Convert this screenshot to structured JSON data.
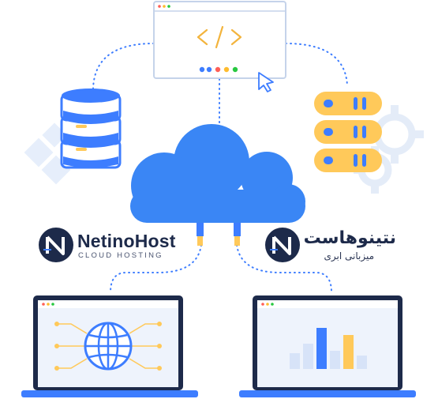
{
  "brand_en": {
    "name_part1": "Netino",
    "name_part2": "Host",
    "tagline": "CLOUD HOSTING"
  },
  "brand_fa": {
    "name": "نتینوهاست",
    "tagline": "میزبانی ابری"
  },
  "code_window": {
    "code_glyph": "</>"
  },
  "colors": {
    "primary_blue": "#3d7dff",
    "cloud_blue": "#3a86f5",
    "dark_navy": "#1d2a4a",
    "accent_yellow": "#ffc95a",
    "dot_red": "#ff5f57",
    "dot_yellow": "#febc2e",
    "dot_green": "#28c840",
    "light_bg": "#eef3fc"
  },
  "icons": [
    "code-icon",
    "cursor-icon",
    "database-icon",
    "server-icon",
    "gear-icon",
    "cloud-icon",
    "globe-icon",
    "bar-chart-icon",
    "laptop-icon",
    "browser-window-icon"
  ],
  "chart_levels": [
    0.38,
    0.62,
    1.0,
    0.45,
    0.82,
    0.33
  ]
}
